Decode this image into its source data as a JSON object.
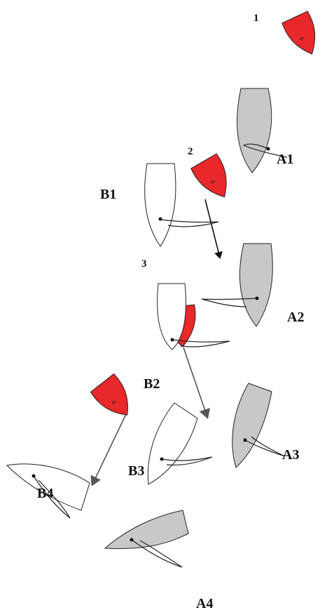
{
  "colors": {
    "boat_a": "#c8c8c8",
    "boat_b": "#ffffff",
    "mark": "#e8282a",
    "outline": "#222222",
    "arrow_dark": "#111111",
    "arrow_grey": "#555555"
  },
  "labels": {
    "a1": "A1",
    "a2": "A2",
    "a3": "A3",
    "a4": "A4",
    "b1": "B1",
    "b2": "B2",
    "b3": "B3",
    "b4": "B4",
    "step1": "1",
    "step2": "2",
    "step3": "3"
  }
}
